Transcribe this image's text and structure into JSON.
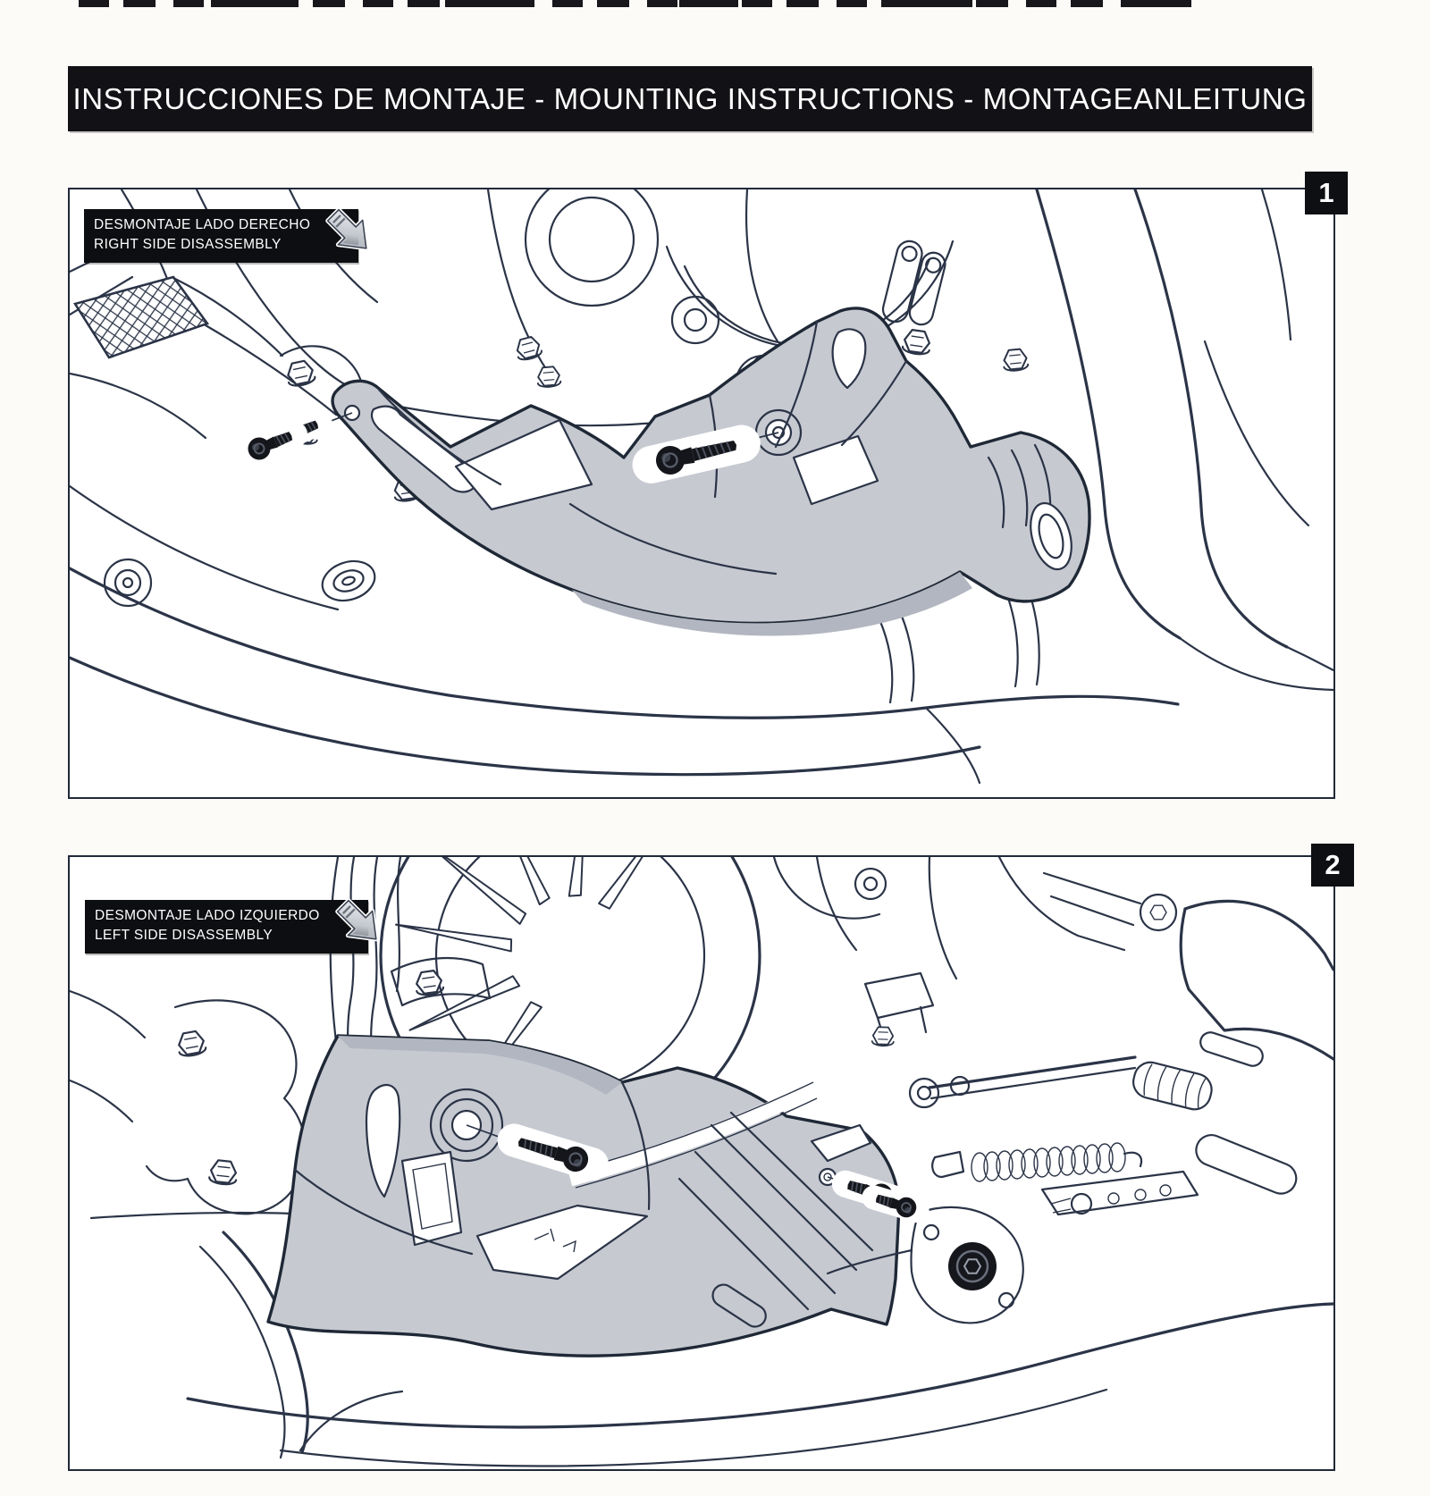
{
  "header": {
    "title": "INSTRUCCIONES DE MONTAJE - MOUNTING INSTRUCTIONS - MONTAGEANLEITUNG"
  },
  "panels": [
    {
      "step": "1",
      "label": {
        "line1": "DESMONTAJE LADO DERECHO",
        "line2": "RIGHT SIDE DISASSEMBLY"
      }
    },
    {
      "step": "2",
      "label": {
        "line1": "DESMONTAJE LADO IZQUIERDO",
        "line2": "LEFT SIDE DISASSEMBLY"
      }
    }
  ],
  "icons": {
    "panel_label_arrow": "diagonal-down-right-arrow"
  },
  "colors": {
    "header_bg": "#121216",
    "label_bg": "#0d0e11",
    "step_badge_bg": "#0e0f13",
    "line_art": "#2b3447",
    "guard_fill": "#c6c9d0",
    "screw_fill": "#14161b",
    "paper": "#ffffff",
    "page_bg": "#fcfbf8"
  }
}
